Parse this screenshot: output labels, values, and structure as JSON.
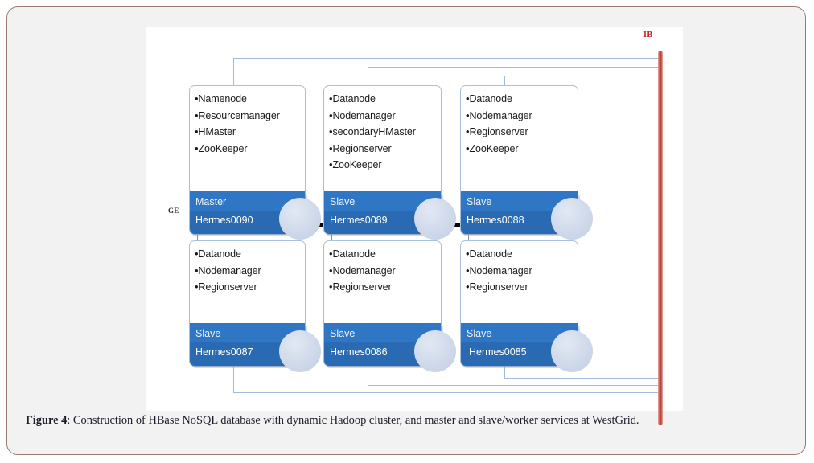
{
  "figure": {
    "caption_label": "Figure 4",
    "caption_sep": ": ",
    "caption_text": "Construction of HBase NoSQL database with dynamic Hadoop cluster, and master and slave/worker services at WestGrid.",
    "network_labels": {
      "ge": "GE",
      "ib": "IB"
    },
    "colors": {
      "node_header_blue": "#2f76c4",
      "node_border": "#a8c0dd",
      "wire_blue": "#9fbcdd",
      "ge_switch_black": "#000000",
      "ib_switch_red": "#c0504d",
      "page_frame": "#9c7a6b",
      "page_background": "#f2f2f2",
      "canvas_background": "#ffffff"
    },
    "nodes": [
      {
        "id": "hermes0090",
        "role": "Master",
        "hostname": "Hermes0090",
        "services": [
          "Namenode",
          "Resourcemanager",
          "HMaster",
          "ZooKeeper"
        ]
      },
      {
        "id": "hermes0089",
        "role": "Slave",
        "hostname": "Hermes0089",
        "services": [
          "Datanode",
          "Nodemanager",
          "secondaryHMaster",
          "Regionserver",
          "ZooKeeper"
        ]
      },
      {
        "id": "hermes0088",
        "role": "Slave",
        "hostname": "Hermes0088",
        "services": [
          "Datanode",
          "Nodemanager",
          "Regionserver",
          "ZooKeeper"
        ]
      },
      {
        "id": "hermes0087",
        "role": "Slave",
        "hostname": "Hermes0087",
        "services": [
          "Datanode",
          "Nodemanager",
          "Regionserver"
        ]
      },
      {
        "id": "hermes0086",
        "role": "Slave",
        "hostname": "Hermes0086",
        "services": [
          "Datanode",
          "Nodemanager",
          "Regionserver"
        ]
      },
      {
        "id": "hermes0085",
        "role": "Slave",
        "hostname": "Hermes0085",
        "services": [
          "Datanode",
          "Nodemanager",
          "Regionserver"
        ]
      }
    ]
  }
}
